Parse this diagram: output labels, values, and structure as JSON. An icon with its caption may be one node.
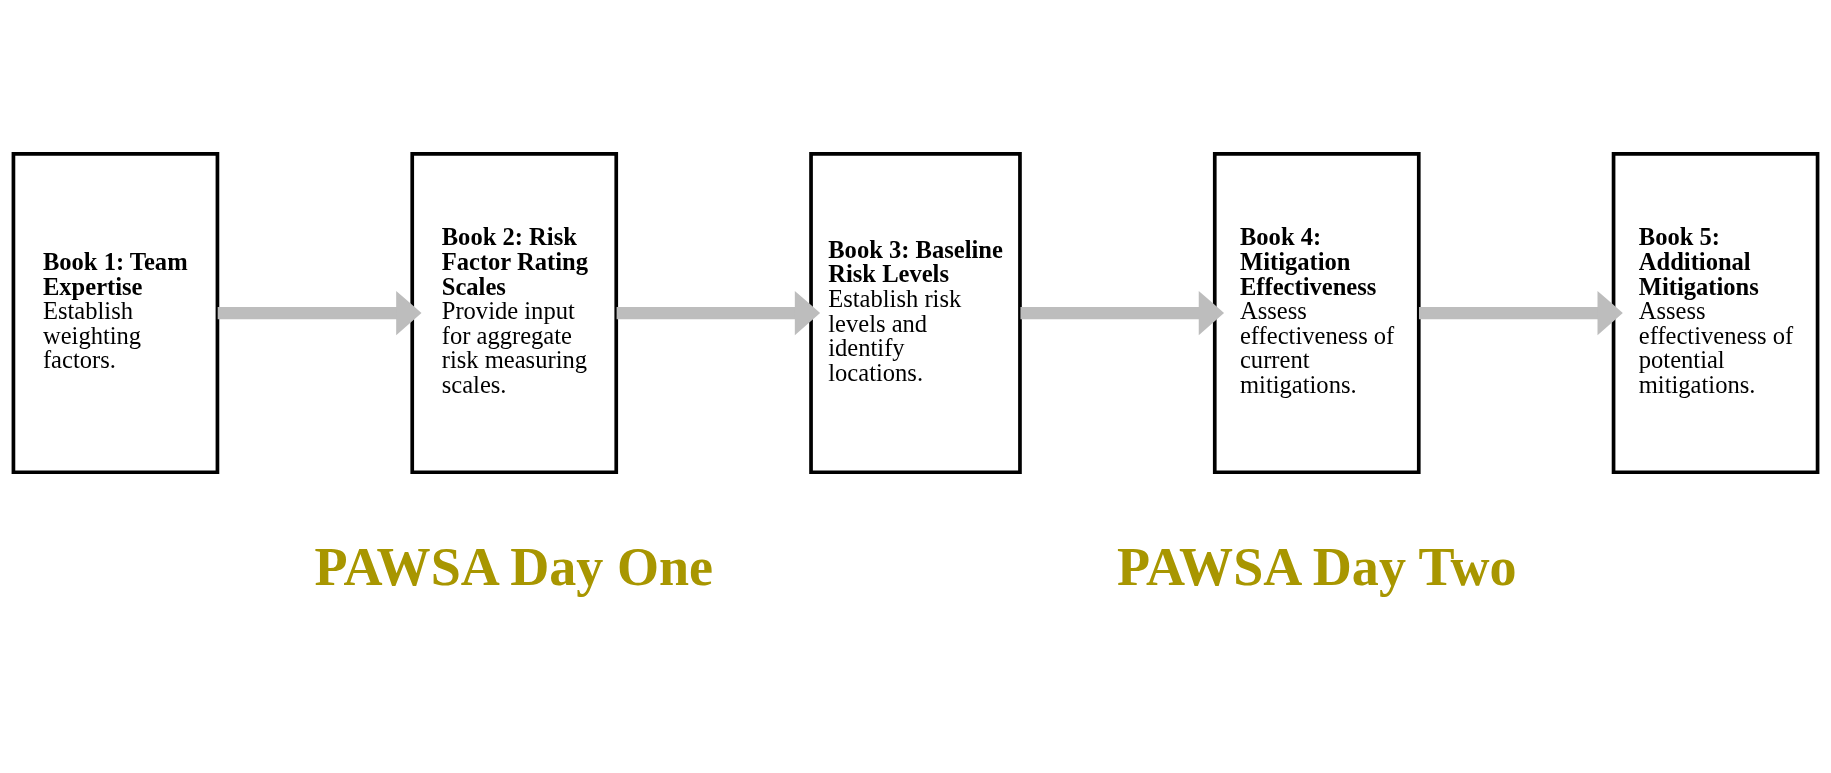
{
  "diagram": {
    "nodes": [
      {
        "text": [
          "Book 1: Team Expertise",
          "Establish weighting factors."
        ]
      },
      {
        "text": [
          "Book 2: Risk Factor Rating Scales",
          "Provide input for aggregate risk measuring scales."
        ]
      },
      {
        "text": [
          "Book 3: Baseline Risk Levels",
          "Establish risk levels and identify locations."
        ]
      },
      {
        "text": [
          "Book 4: Mitigation Effectiveness",
          "Assess effectiveness of current mitigations."
        ]
      },
      {
        "text": [
          "Book 5: Additional Mitigations",
          "Assess effectiveness of potential mitigations."
        ]
      }
    ],
    "edges": [
      {
        "from": 0,
        "to": 1,
        "arrow": "to"
      },
      {
        "from": 1,
        "to": 2,
        "arrow": "to"
      },
      {
        "from": 2,
        "to": 3,
        "arrow": "to"
      },
      {
        "from": 3,
        "to": 4,
        "arrow": "to"
      }
    ],
    "labels": [
      "PAWSA Day One",
      "PAWSA Day Two"
    ]
  }
}
